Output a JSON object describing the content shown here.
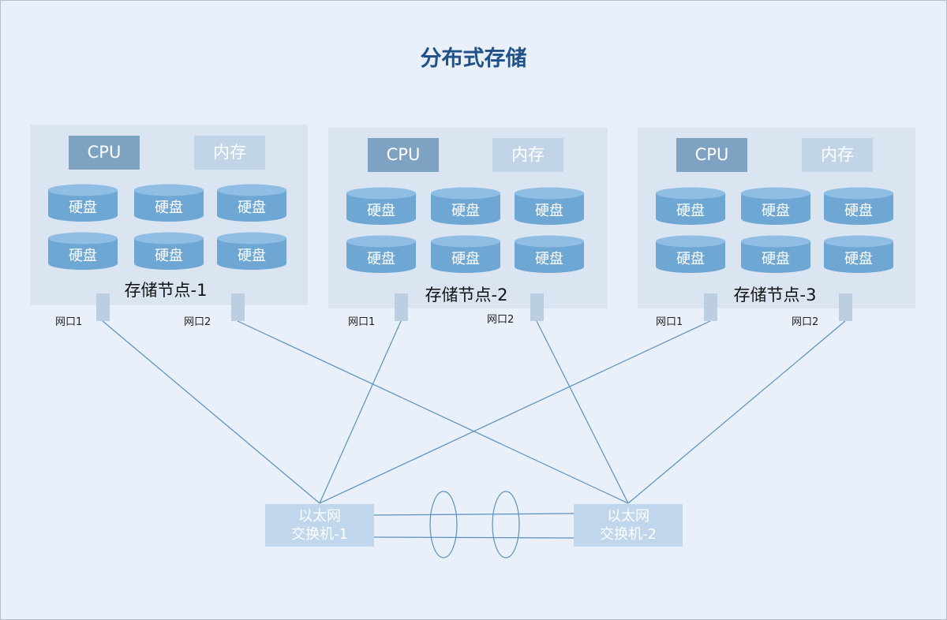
{
  "title": "分布式存储",
  "nodes": [
    {
      "name": "存储节点-1",
      "cpu": "CPU",
      "memory": "内存",
      "disks": [
        "硬盘",
        "硬盘",
        "硬盘",
        "硬盘",
        "硬盘",
        "硬盘"
      ],
      "port1": "网口1",
      "port2": "网口2"
    },
    {
      "name": "存储节点-2",
      "cpu": "CPU",
      "memory": "内存",
      "disks": [
        "硬盘",
        "硬盘",
        "硬盘",
        "硬盘",
        "硬盘",
        "硬盘"
      ],
      "port1": "网口1",
      "port2": "网口2"
    },
    {
      "name": "存储节点-3",
      "cpu": "CPU",
      "memory": "内存",
      "disks": [
        "硬盘",
        "硬盘",
        "硬盘",
        "硬盘",
        "硬盘",
        "硬盘"
      ],
      "port1": "网口1",
      "port2": "网口2"
    }
  ],
  "switches": [
    {
      "line1": "以太网",
      "line2": "交换机-1"
    },
    {
      "line1": "以太网",
      "line2": "交换机-2"
    }
  ],
  "colors": {
    "background": "#e9f0f9",
    "node": "#dae5f1",
    "cpu": "#7ea3c2",
    "memory": "#c2d5e8",
    "disk": "#6fa7d4",
    "switch": "#c0d6ec",
    "link": "#5b91c0",
    "title": "#1f5289"
  }
}
